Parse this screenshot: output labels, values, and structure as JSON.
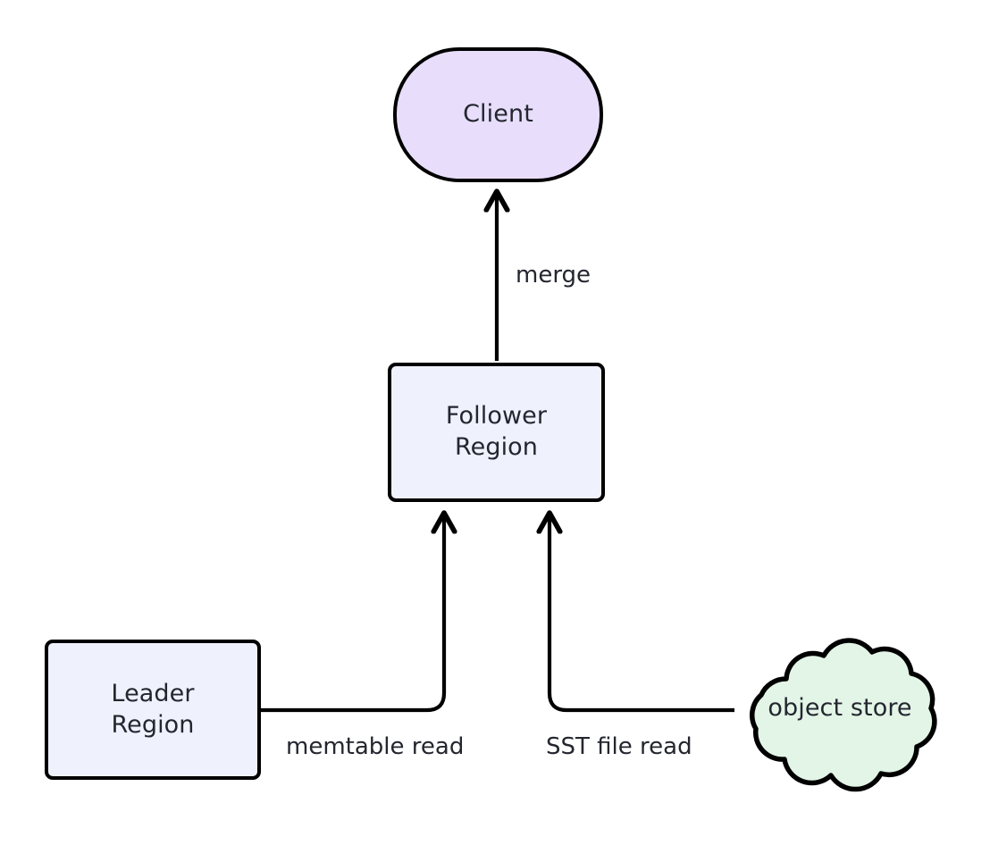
{
  "diagram": {
    "type": "flowchart",
    "title": "",
    "background_color": "#ffffff",
    "stroke_color": "#000000",
    "text_color": "#24262f",
    "nodes": [
      {
        "id": "client",
        "label": "Client",
        "shape": "stadium",
        "fill": "#e8defc"
      },
      {
        "id": "follower",
        "label": "Follower\nRegion",
        "line1": "Follower",
        "line2": "Region",
        "shape": "rounded-rect",
        "fill": "#eff2fc"
      },
      {
        "id": "leader",
        "label": "Leader\nRegion",
        "line1": "Leader",
        "line2": "Region",
        "shape": "rounded-rect",
        "fill": "#eff2fc"
      },
      {
        "id": "object_store",
        "label": "object store",
        "shape": "cloud",
        "fill": "#e2f5e7"
      }
    ],
    "edges": [
      {
        "id": "follower-to-client",
        "from": "follower",
        "to": "client",
        "label": "merge",
        "arrow": "single"
      },
      {
        "id": "leader-to-follower",
        "from": "leader",
        "to": "follower",
        "label": "memtable read",
        "arrow": "single"
      },
      {
        "id": "objectstore-to-follower",
        "from": "object_store",
        "to": "follower",
        "label": "SST file read",
        "arrow": "single"
      }
    ]
  }
}
